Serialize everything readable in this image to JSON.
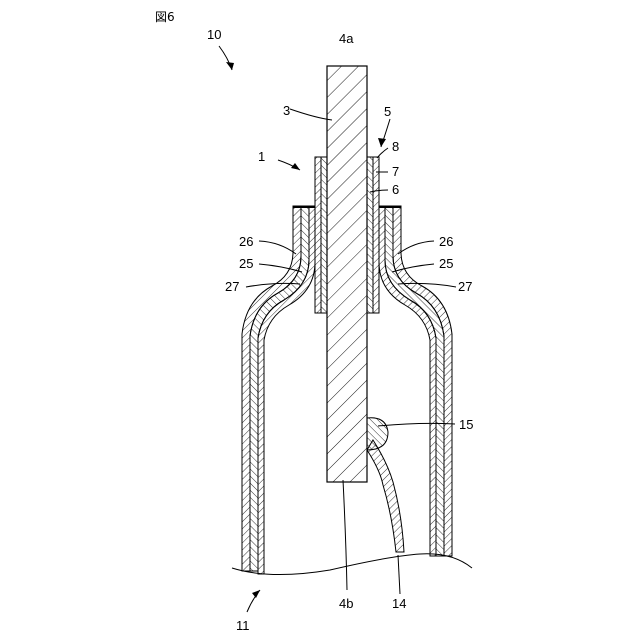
{
  "figure": {
    "title": "図6",
    "labels": {
      "l10": "10",
      "l4a": "4a",
      "l3": "3",
      "l5": "5",
      "l1": "1",
      "l8": "8",
      "l7": "7",
      "l6": "6",
      "l26_left": "26",
      "l26_right": "26",
      "l25_left": "25",
      "l25_right": "25",
      "l27_left": "27",
      "l27_right": "27",
      "l15": "15",
      "l4b": "4b",
      "l14": "14",
      "l11": "11"
    }
  }
}
